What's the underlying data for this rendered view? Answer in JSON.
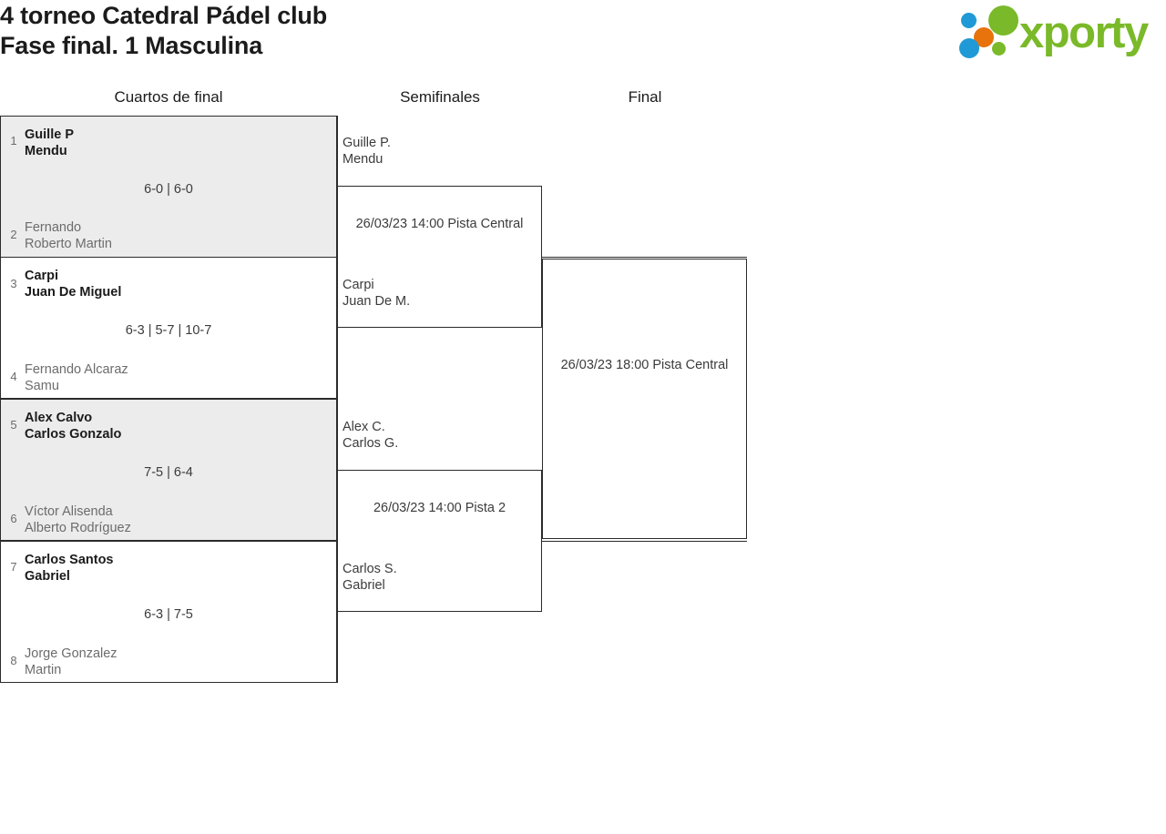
{
  "header": {
    "title": "4 torneo Catedral Pádel club",
    "subtitle": "Fase final. 1 Masculina",
    "logo_text": "xporty",
    "logo_colors": {
      "blue": "#1f9ad6",
      "orange": "#e8720c",
      "green": "#7ab929"
    }
  },
  "rounds": [
    {
      "id": "qf",
      "label": "Cuartos de final"
    },
    {
      "id": "sf",
      "label": "Semifinales"
    },
    {
      "id": "f",
      "label": "Final"
    }
  ],
  "quarterfinals": [
    {
      "top": {
        "seed": "1",
        "line1": "Guille P",
        "line2": "Mendu",
        "winner": true
      },
      "bottom": {
        "seed": "2",
        "line1": "Fernando",
        "line2": "Roberto Martin",
        "winner": false
      },
      "score": "6-0 | 6-0",
      "shaded": true
    },
    {
      "top": {
        "seed": "3",
        "line1": "Carpi",
        "line2": "Juan De Miguel",
        "winner": true
      },
      "bottom": {
        "seed": "4",
        "line1": "Fernando Alcaraz",
        "line2": "Samu",
        "winner": false
      },
      "score": "6-3 | 5-7 | 10-7",
      "shaded": false
    },
    {
      "top": {
        "seed": "5",
        "line1": "Alex Calvo",
        "line2": "Carlos Gonzalo",
        "winner": true
      },
      "bottom": {
        "seed": "6",
        "line1": "Víctor Alisenda",
        "line2": "Alberto Rodríguez",
        "winner": false
      },
      "score": "7-5 | 6-4",
      "shaded": true
    },
    {
      "top": {
        "seed": "7",
        "line1": "Carlos Santos",
        "line2": "Gabriel",
        "winner": true
      },
      "bottom": {
        "seed": "8",
        "line1": "Jorge Gonzalez",
        "line2": "Martin",
        "winner": false
      },
      "score": "6-3 | 7-5",
      "shaded": false
    }
  ],
  "semifinals": [
    {
      "top": {
        "line1": "Guille P.",
        "line2": "Mendu"
      },
      "bottom": {
        "line1": "Carpi",
        "line2": "Juan De M."
      },
      "info": "26/03/23 14:00 Pista Central"
    },
    {
      "top": {
        "line1": "Alex C.",
        "line2": "Carlos G."
      },
      "bottom": {
        "line1": "Carlos S.",
        "line2": "Gabriel"
      },
      "info": "26/03/23 14:00 Pista 2"
    }
  ],
  "final": {
    "info": "26/03/23 18:00 Pista Central",
    "top": {
      "line1": "",
      "line2": ""
    },
    "bottom": {
      "line1": "",
      "line2": ""
    }
  }
}
